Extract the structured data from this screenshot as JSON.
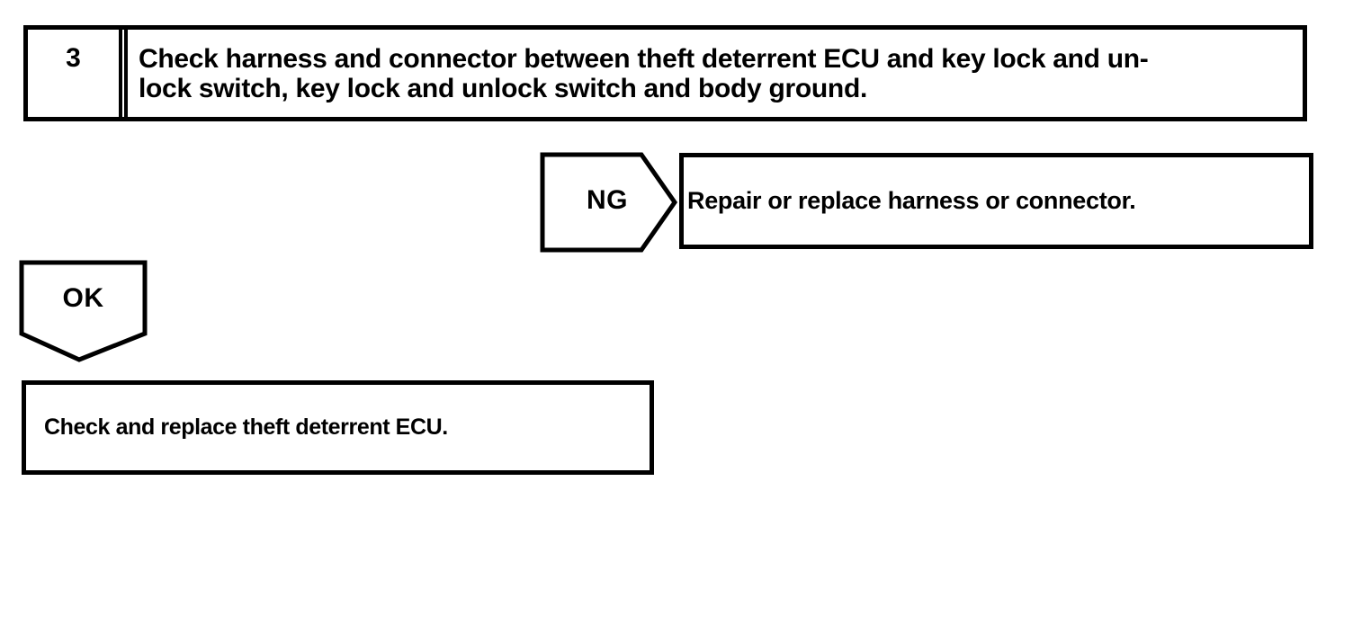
{
  "palette": {
    "ink": "#000000",
    "paper": "#ffffff"
  },
  "flowchart": {
    "step": {
      "number": "3",
      "instruction_line1": "Check harness and connector between theft deterrent ECU and key lock and un-",
      "instruction_line2": "lock switch, key lock and unlock switch and body ground."
    },
    "ng": {
      "label": "NG",
      "action": "Repair or replace harness or connector."
    },
    "ok": {
      "label": "OK",
      "action": "Check and replace theft deterrent ECU."
    }
  }
}
